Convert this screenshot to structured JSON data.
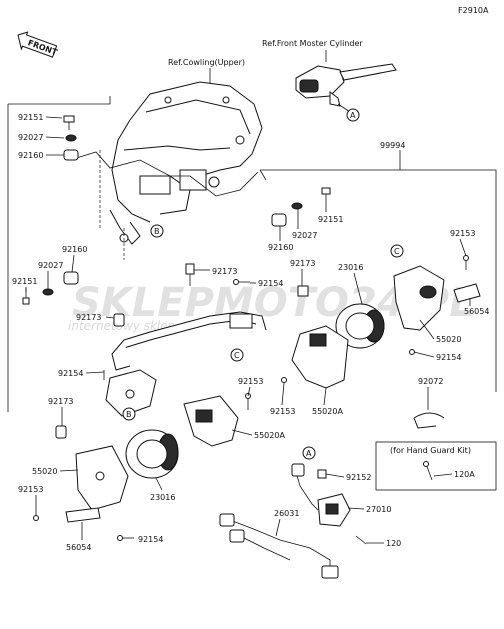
{
  "figure_code": "F2910A",
  "front_label": "FRONT",
  "watermark": {
    "main": "SKLEPMOTO24.PL",
    "sub": "internetowy sklep motocyklowy"
  },
  "refs": {
    "cylinder": "Ref.Front Moster Cylinder",
    "cowling": "Ref.Cowling(Upper)"
  },
  "assembly_number": "99994",
  "callouts": [
    "A",
    "B",
    "C"
  ],
  "hand_guard_note": "(for Hand Guard Kit)",
  "part_labels": [
    {
      "id": "l1",
      "text": "92151"
    },
    {
      "id": "l2",
      "text": "92027"
    },
    {
      "id": "l3",
      "text": "92160"
    },
    {
      "id": "l4",
      "text": "92151"
    },
    {
      "id": "l5",
      "text": "92160"
    },
    {
      "id": "l6",
      "text": "92027"
    },
    {
      "id": "l7",
      "text": "92153"
    },
    {
      "id": "l8",
      "text": "92160"
    },
    {
      "id": "l9",
      "text": "92027"
    },
    {
      "id": "l10",
      "text": "92151"
    },
    {
      "id": "l11",
      "text": "92173"
    },
    {
      "id": "l12",
      "text": "92154"
    },
    {
      "id": "l13",
      "text": "92173"
    },
    {
      "id": "l14",
      "text": "23016"
    },
    {
      "id": "l15",
      "text": "56054"
    },
    {
      "id": "l16",
      "text": "92173"
    },
    {
      "id": "l17",
      "text": "55020"
    },
    {
      "id": "l18",
      "text": "92154"
    },
    {
      "id": "l19",
      "text": "92154"
    },
    {
      "id": "l20",
      "text": "92153"
    },
    {
      "id": "l21",
      "text": "92153"
    },
    {
      "id": "l22",
      "text": "55020A"
    },
    {
      "id": "l23",
      "text": "92072"
    },
    {
      "id": "l24",
      "text": "92173"
    },
    {
      "id": "l25",
      "text": "55020A"
    },
    {
      "id": "l26",
      "text": "55020"
    },
    {
      "id": "l27",
      "text": "92153"
    },
    {
      "id": "l28",
      "text": "23016"
    },
    {
      "id": "l29",
      "text": "56054"
    },
    {
      "id": "l30",
      "text": "92154"
    },
    {
      "id": "l31",
      "text": "92152"
    },
    {
      "id": "l32",
      "text": "120A"
    },
    {
      "id": "l33",
      "text": "26031"
    },
    {
      "id": "l34",
      "text": "27010"
    },
    {
      "id": "l35",
      "text": "120"
    }
  ]
}
